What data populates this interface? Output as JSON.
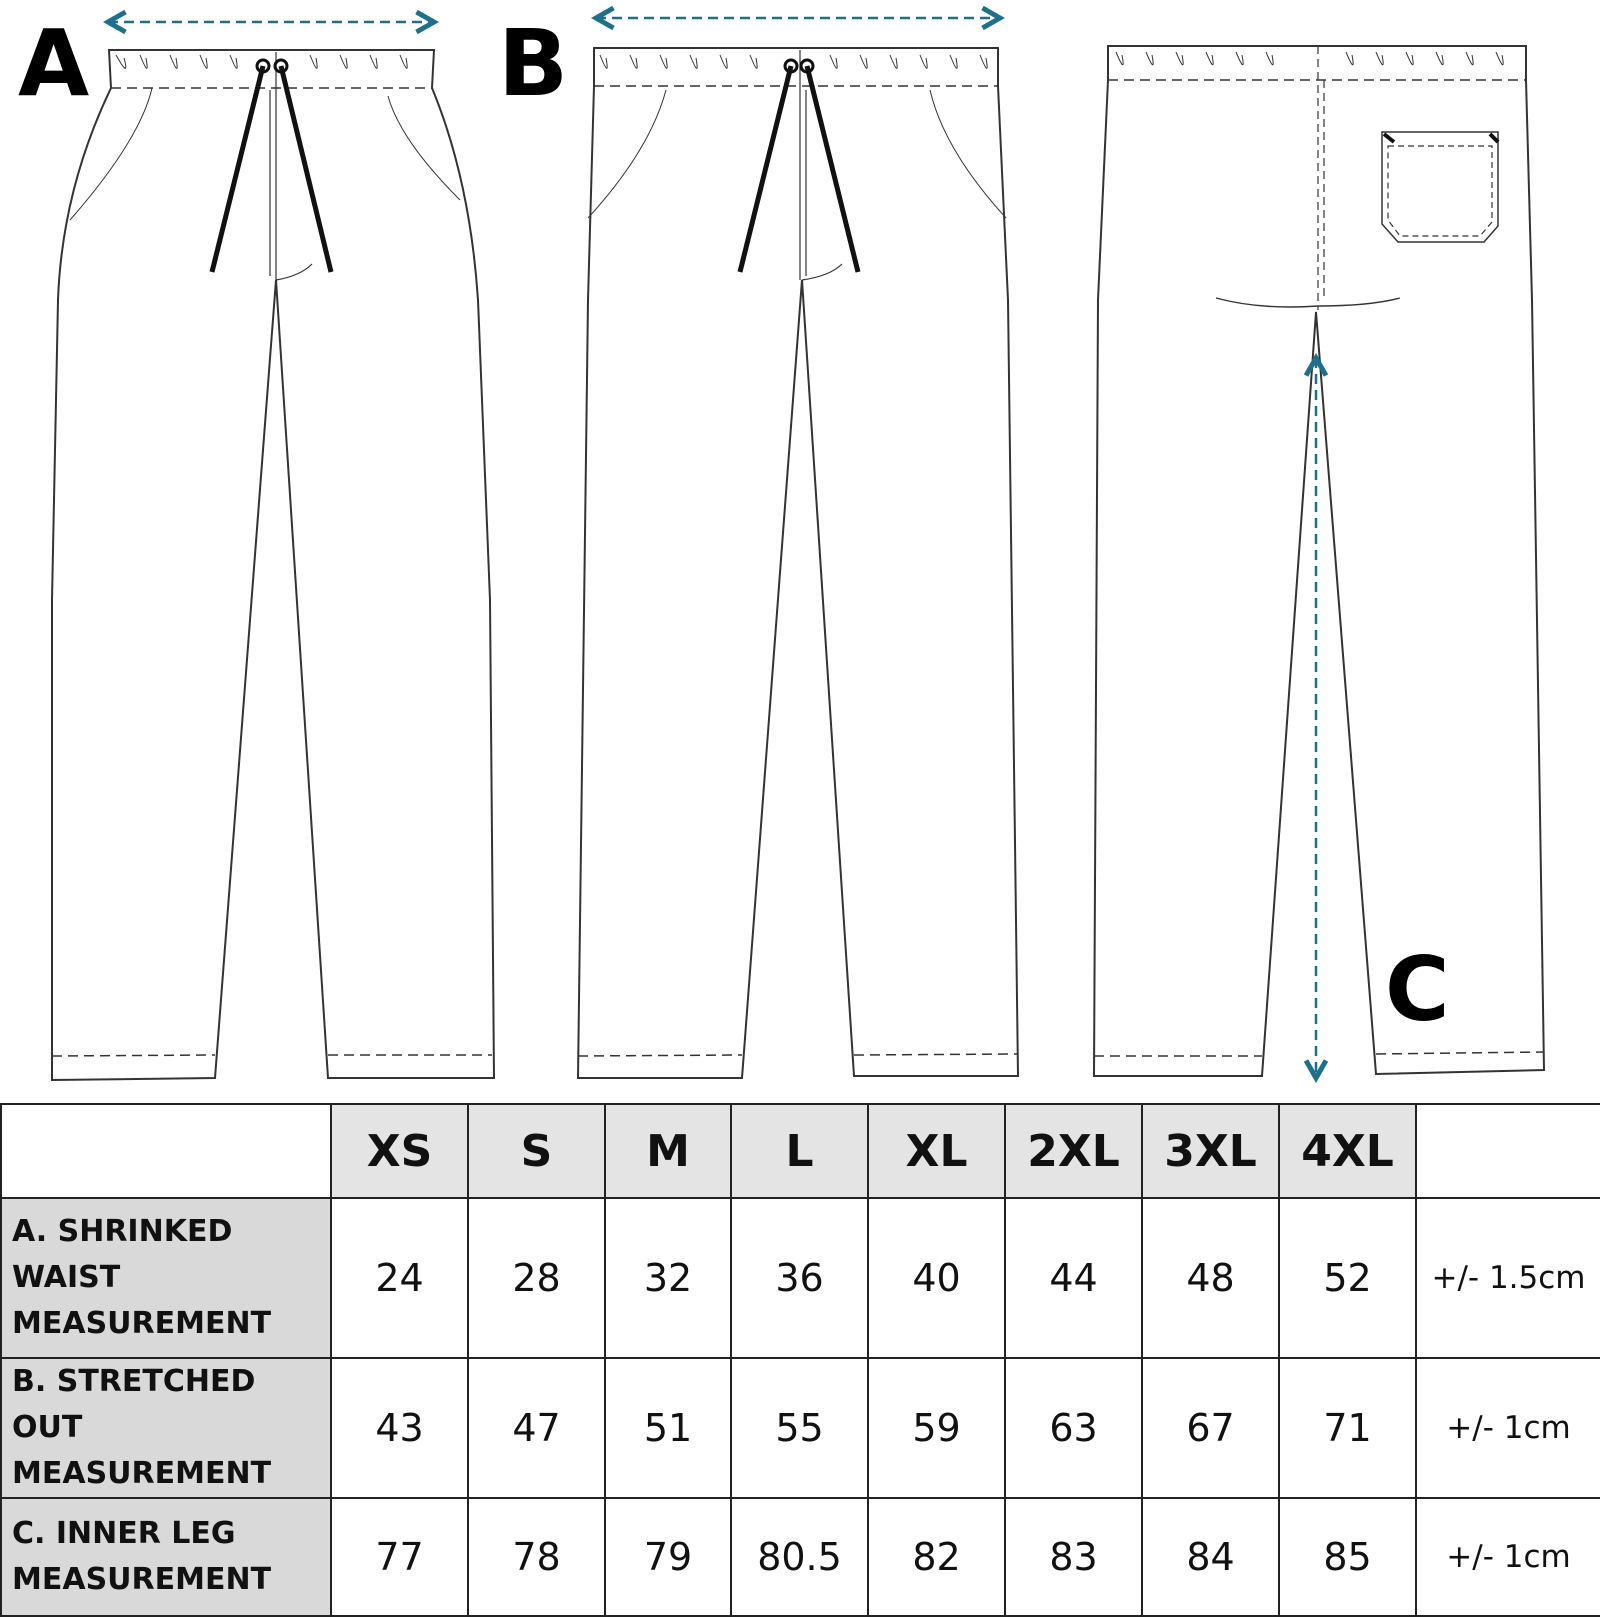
{
  "diagram": {
    "labels": {
      "a": "A",
      "b": "B",
      "c": "C"
    },
    "colors": {
      "outline": "#333333",
      "drawstring": "#111111",
      "arrow": "#1e6f8a"
    }
  },
  "table": {
    "sizes": [
      "XS",
      "S",
      "M",
      "L",
      "XL",
      "2XL",
      "3XL",
      "4XL"
    ],
    "rows": [
      {
        "label_lines": [
          "A. SHRINKED",
          "WAIST",
          "MEASUREMENT"
        ],
        "values": [
          "24",
          "28",
          "32",
          "36",
          "40",
          "44",
          "48",
          "52"
        ],
        "tolerance": "+/- 1.5cm"
      },
      {
        "label_lines": [
          "B. STRETCHED OUT",
          "MEASUREMENT"
        ],
        "values": [
          "43",
          "47",
          "51",
          "55",
          "59",
          "63",
          "67",
          "71"
        ],
        "tolerance": "+/- 1cm"
      },
      {
        "label_lines": [
          "C. INNER LEG",
          "MEASUREMENT"
        ],
        "values": [
          "77",
          "78",
          "79",
          "80.5",
          "82",
          "83",
          "84",
          "85"
        ],
        "tolerance": "+/- 1cm"
      }
    ],
    "colors": {
      "header_bg": "#e4e4e4",
      "label_bg": "#d9d9d9",
      "border": "#222222"
    }
  }
}
